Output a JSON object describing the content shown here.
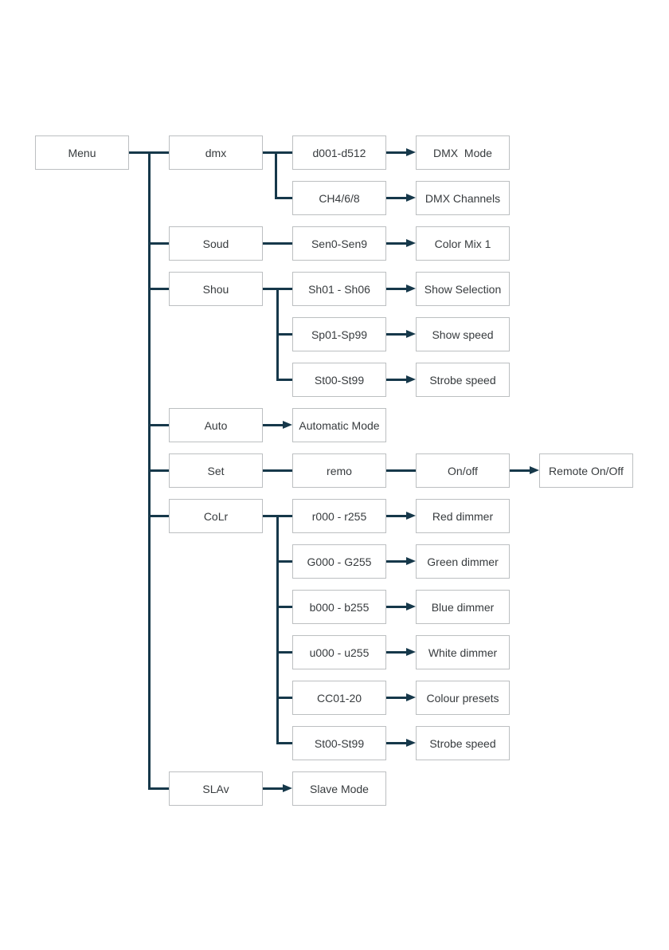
{
  "colors": {
    "line": "#16384a",
    "box_border": "#bcbfc1",
    "box_background": "#ffffff",
    "text": "#373b3e",
    "page_background": "#ffffff"
  },
  "nodes": [
    {
      "id": "menu",
      "label": "Menu",
      "col": 0,
      "row": 1
    },
    {
      "id": "dmx",
      "label": "dmx",
      "col": 1,
      "row": 1
    },
    {
      "id": "d001",
      "label": "d001-d512",
      "col": 2,
      "row": 1
    },
    {
      "id": "dmxmode",
      "label": "DMX  Mode",
      "col": 3,
      "row": 1
    },
    {
      "id": "ch468",
      "label": "CH4/6/8",
      "col": 2,
      "row": 2
    },
    {
      "id": "dmxch",
      "label": "DMX Channels",
      "col": 3,
      "row": 2
    },
    {
      "id": "soud",
      "label": "Soud",
      "col": 1,
      "row": 3
    },
    {
      "id": "sen",
      "label": "Sen0-Sen9",
      "col": 2,
      "row": 3
    },
    {
      "id": "colormix",
      "label": "Color Mix 1",
      "col": 3,
      "row": 3
    },
    {
      "id": "shou",
      "label": "Shou",
      "col": 1,
      "row": 4
    },
    {
      "id": "sh01",
      "label": "Sh01 - Sh06",
      "col": 2,
      "row": 4
    },
    {
      "id": "showsel",
      "label": "Show Selection",
      "col": 3,
      "row": 4
    },
    {
      "id": "sp01",
      "label": "Sp01-Sp99",
      "col": 2,
      "row": 5
    },
    {
      "id": "showspeed",
      "label": "Show speed",
      "col": 3,
      "row": 5
    },
    {
      "id": "st00a",
      "label": "St00-St99",
      "col": 2,
      "row": 6
    },
    {
      "id": "strobe1",
      "label": "Strobe speed",
      "col": 3,
      "row": 6
    },
    {
      "id": "auto",
      "label": "Auto",
      "col": 1,
      "row": 7
    },
    {
      "id": "automode",
      "label": "Automatic Mode",
      "col": 2,
      "row": 7
    },
    {
      "id": "set",
      "label": "Set",
      "col": 1,
      "row": 8
    },
    {
      "id": "remo",
      "label": "remo",
      "col": 2,
      "row": 8
    },
    {
      "id": "onoff",
      "label": "On/off",
      "col": 3,
      "row": 8
    },
    {
      "id": "remote",
      "label": "Remote On/Off",
      "col": 4,
      "row": 8
    },
    {
      "id": "colr",
      "label": "CoLr",
      "col": 1,
      "row": 9
    },
    {
      "id": "r000",
      "label": "r000 - r255",
      "col": 2,
      "row": 9
    },
    {
      "id": "reddim",
      "label": "Red dimmer",
      "col": 3,
      "row": 9
    },
    {
      "id": "g000",
      "label": "G000 - G255",
      "col": 2,
      "row": 10
    },
    {
      "id": "greendim",
      "label": "Green dimmer",
      "col": 3,
      "row": 10
    },
    {
      "id": "b000",
      "label": "b000 - b255",
      "col": 2,
      "row": 11
    },
    {
      "id": "bluedim",
      "label": "Blue dimmer",
      "col": 3,
      "row": 11
    },
    {
      "id": "u000",
      "label": "u000 - u255",
      "col": 2,
      "row": 12
    },
    {
      "id": "whitedim",
      "label": "White dimmer",
      "col": 3,
      "row": 12
    },
    {
      "id": "cc01",
      "label": "CC01-20",
      "col": 2,
      "row": 13
    },
    {
      "id": "colpresets",
      "label": "Colour presets",
      "col": 3,
      "row": 13
    },
    {
      "id": "st00b",
      "label": "St00-St99",
      "col": 2,
      "row": 14
    },
    {
      "id": "strobe2",
      "label": "Strobe speed",
      "col": 3,
      "row": 14
    },
    {
      "id": "slav",
      "label": "SLAv",
      "col": 1,
      "row": 15
    },
    {
      "id": "slavemode",
      "label": "Slave Mode",
      "col": 2,
      "row": 15
    }
  ],
  "edges": [
    {
      "from": "menu",
      "children": [
        "dmx",
        "soud",
        "shou",
        "auto",
        "set",
        "colr",
        "slav"
      ]
    },
    {
      "from": "dmx",
      "children": [
        "d001",
        "ch468"
      ]
    },
    {
      "from": "d001",
      "to": "dmxmode",
      "arrow": true
    },
    {
      "from": "ch468",
      "to": "dmxch",
      "arrow": true
    },
    {
      "from": "soud",
      "to": "sen",
      "arrow": false
    },
    {
      "from": "sen",
      "to": "colormix",
      "arrow": true
    },
    {
      "from": "shou",
      "children": [
        "sh01",
        "sp01",
        "st00a"
      ]
    },
    {
      "from": "sh01",
      "to": "showsel",
      "arrow": true
    },
    {
      "from": "sp01",
      "to": "showspeed",
      "arrow": true
    },
    {
      "from": "st00a",
      "to": "strobe1",
      "arrow": true
    },
    {
      "from": "auto",
      "to": "automode",
      "arrow": true
    },
    {
      "from": "set",
      "to": "remo",
      "arrow": false
    },
    {
      "from": "remo",
      "to": "onoff",
      "arrow": false
    },
    {
      "from": "onoff",
      "to": "remote",
      "arrow": true
    },
    {
      "from": "colr",
      "children": [
        "r000",
        "g000",
        "b000",
        "u000",
        "cc01",
        "st00b"
      ]
    },
    {
      "from": "r000",
      "to": "reddim",
      "arrow": true
    },
    {
      "from": "g000",
      "to": "greendim",
      "arrow": true
    },
    {
      "from": "b000",
      "to": "bluedim",
      "arrow": true
    },
    {
      "from": "u000",
      "to": "whitedim",
      "arrow": true
    },
    {
      "from": "cc01",
      "to": "colpresets",
      "arrow": true
    },
    {
      "from": "st00b",
      "to": "strobe2",
      "arrow": true
    },
    {
      "from": "slav",
      "to": "slavemode",
      "arrow": true
    }
  ]
}
